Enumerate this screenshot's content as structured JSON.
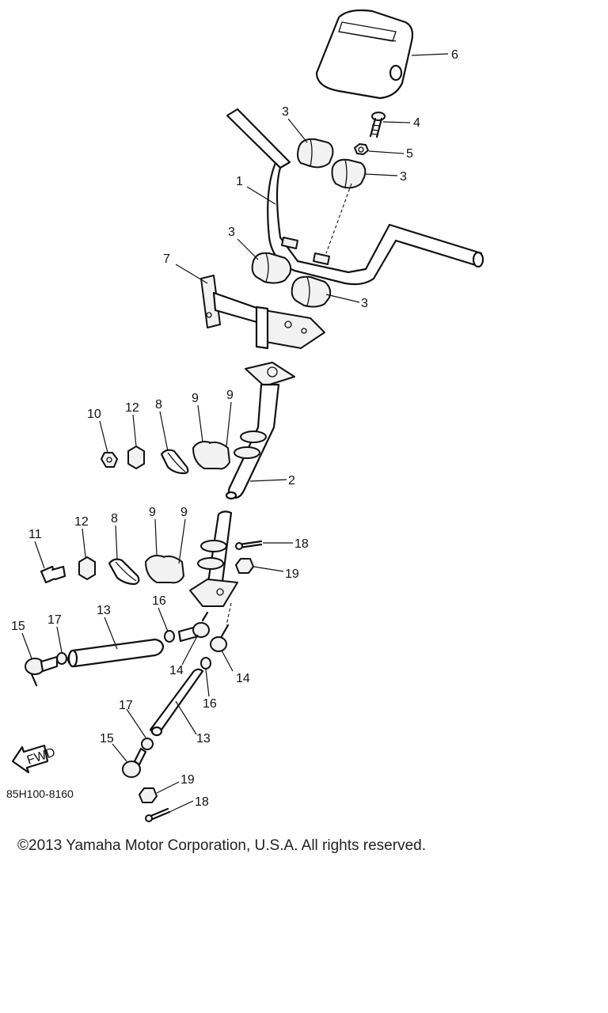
{
  "callouts": {
    "c1": "1",
    "c2": "2",
    "c3a": "3",
    "c3b": "3",
    "c3c": "3",
    "c3d": "3",
    "c4": "4",
    "c5": "5",
    "c6": "6",
    "c7": "7",
    "c8a": "8",
    "c8b": "8",
    "c9a": "9",
    "c9b": "9",
    "c9c": "9",
    "c9d": "9",
    "c10": "10",
    "c11": "11",
    "c12a": "12",
    "c12b": "12",
    "c13a": "13",
    "c13b": "13",
    "c14a": "14",
    "c14b": "14",
    "c15a": "15",
    "c15b": "15",
    "c16a": "16",
    "c16b": "16",
    "c17a": "17",
    "c17b": "17",
    "c18a": "18",
    "c18b": "18",
    "c19a": "19",
    "c19b": "19"
  },
  "fwd_label": "FWD",
  "diagram_code": "85H100-8160",
  "copyright": "©2013 Yamaha Motor Corporation, U.S.A. All rights reserved."
}
